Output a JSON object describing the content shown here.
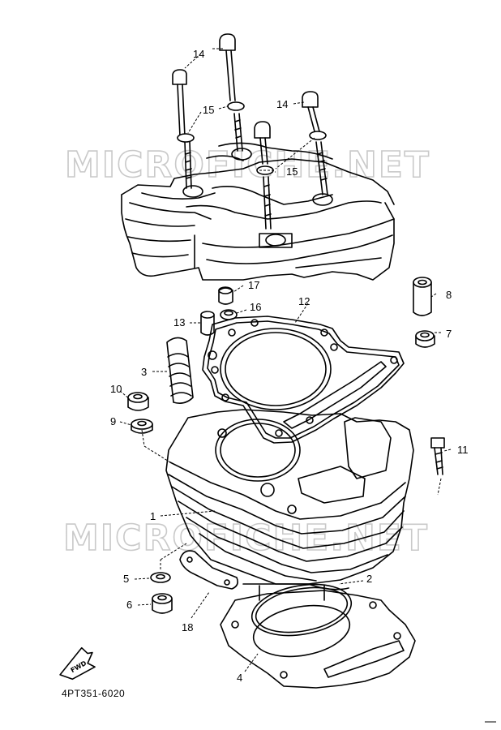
{
  "diagram_code": "4PT351-6020",
  "watermark": "MICROFICHE.NET",
  "fwd_label": "FWD",
  "part_numbers": {
    "p1": "1",
    "p2": "2",
    "p3": "3",
    "p4": "4",
    "p5": "5",
    "p6": "6",
    "p7": "7",
    "p8": "8",
    "p9": "9",
    "p10": "10",
    "p11": "11",
    "p12": "12",
    "p13": "13",
    "p14a": "14",
    "p14b": "14",
    "p15a": "15",
    "p15b": "15",
    "p16": "16",
    "p17": "17",
    "p18": "18"
  }
}
